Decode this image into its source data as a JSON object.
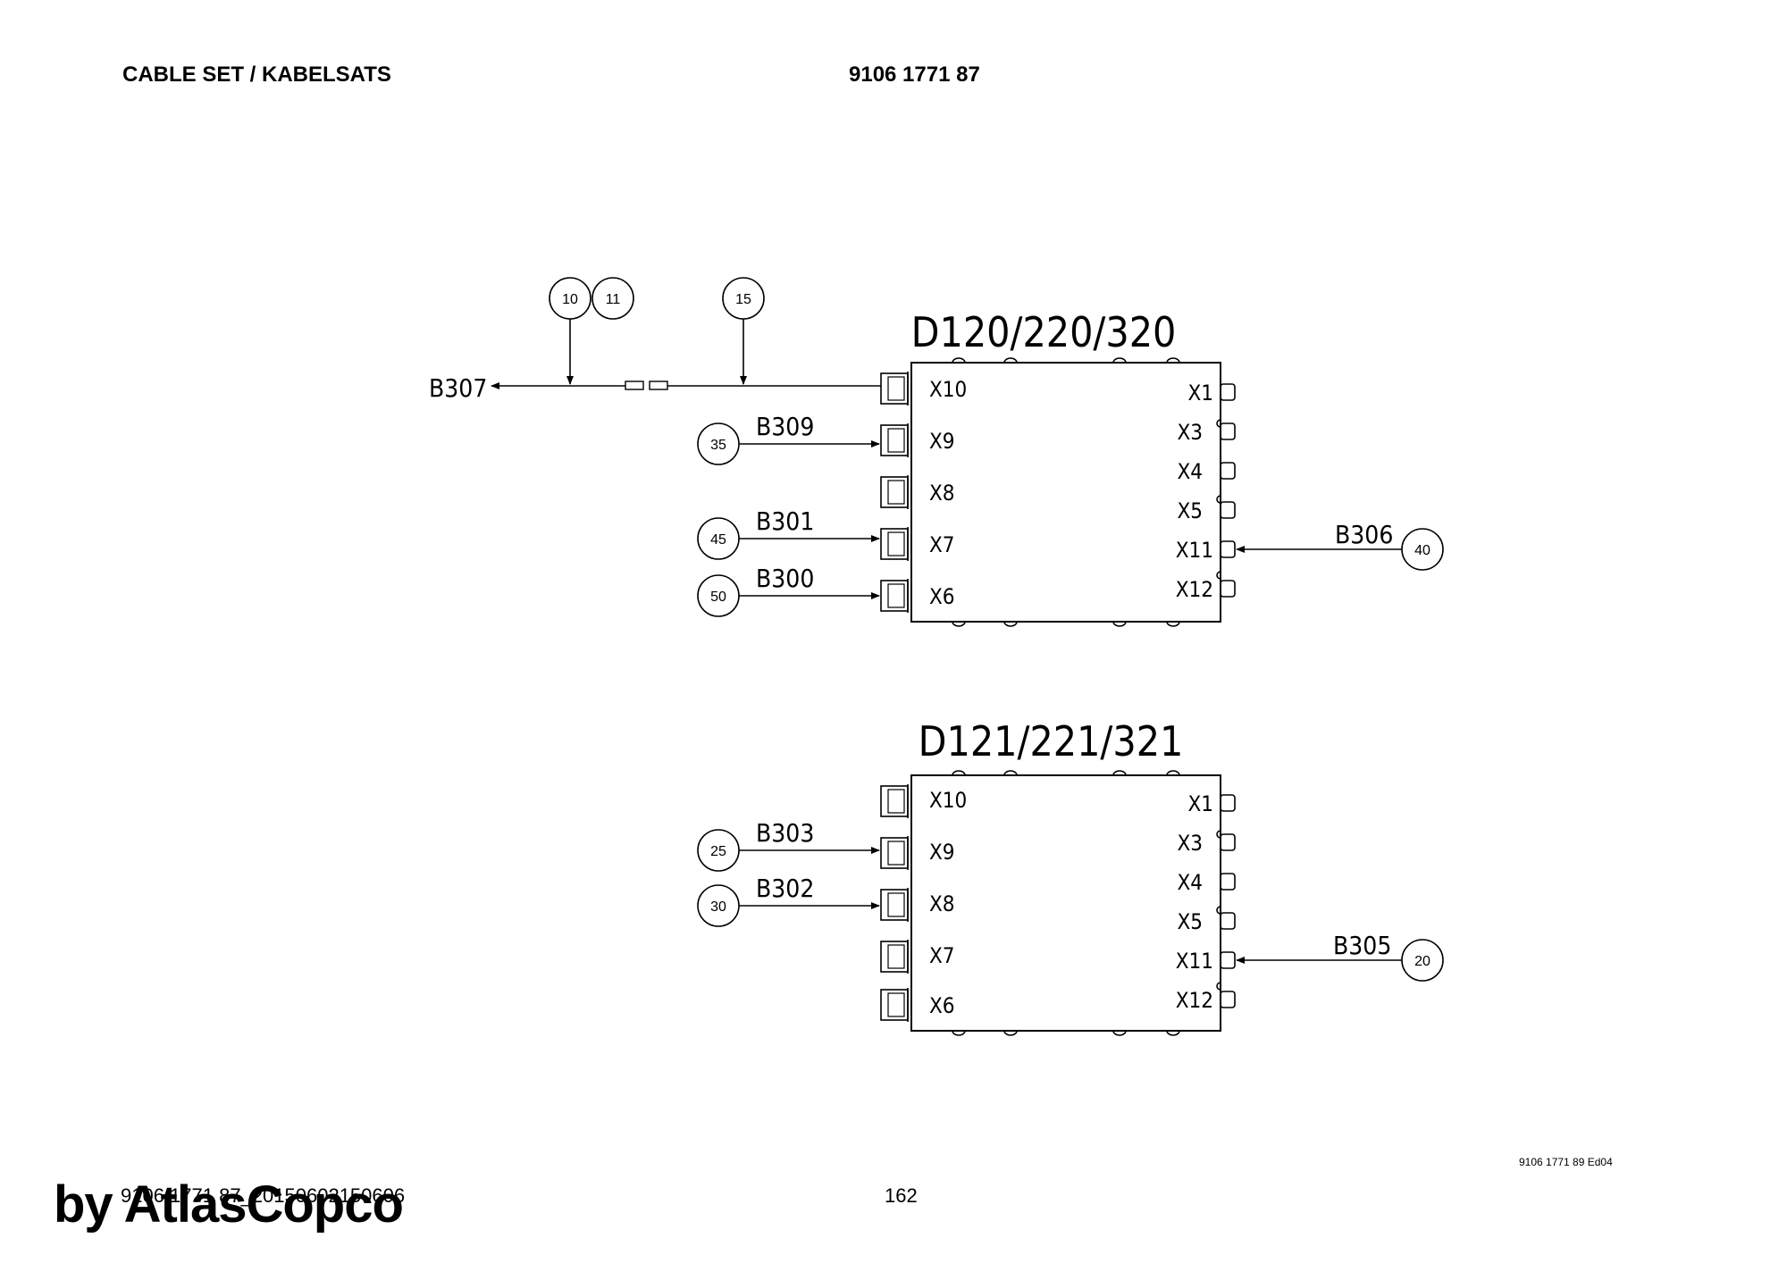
{
  "header": {
    "title": "CABLE SET / KABELSATS",
    "part_number": "9106 1771 87"
  },
  "footer": {
    "doc_ref": "9106 1771 89 Ed04",
    "file_id": "9106 1771 87_20150602150606",
    "page_number": "162",
    "watermark": "by AtlasCopco"
  },
  "diagram": {
    "units": [
      {
        "title": "D120/220/320",
        "left_ports": [
          "X10",
          "X9",
          "X8",
          "X7",
          "X6"
        ],
        "right_ports": [
          "X1",
          "X3",
          "X4",
          "X5",
          "X11",
          "X12"
        ],
        "connections": [
          {
            "cable": "B309",
            "item": "35",
            "port": "X9"
          },
          {
            "cable": "B301",
            "item": "45",
            "port": "X7"
          },
          {
            "cable": "B300",
            "item": "50",
            "port": "X6"
          },
          {
            "cable": "B306",
            "item": "40",
            "port": "X11"
          }
        ],
        "extra": {
          "cable": "B307",
          "port": "X10",
          "items": [
            "10",
            "11",
            "15"
          ]
        }
      },
      {
        "title": "D121/221/321",
        "left_ports": [
          "X10",
          "X9",
          "X8",
          "X7",
          "X6"
        ],
        "right_ports": [
          "X1",
          "X3",
          "X4",
          "X5",
          "X11",
          "X12"
        ],
        "connections": [
          {
            "cable": "B303",
            "item": "25",
            "port": "X9"
          },
          {
            "cable": "B302",
            "item": "30",
            "port": "X8"
          },
          {
            "cable": "B305",
            "item": "20",
            "port": "X11"
          }
        ]
      }
    ]
  }
}
